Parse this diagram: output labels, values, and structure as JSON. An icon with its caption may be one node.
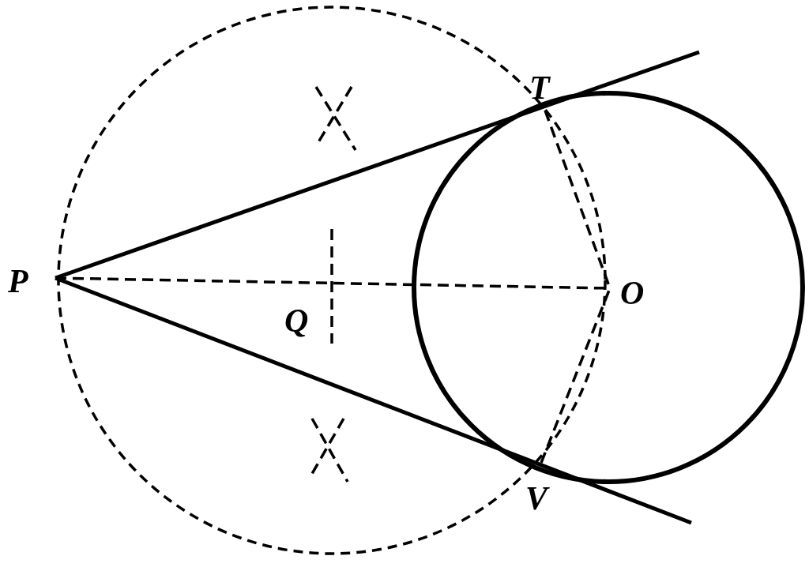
{
  "diagram": {
    "labels": [
      "T",
      "P",
      "O",
      "Q",
      "V"
    ]
  }
}
